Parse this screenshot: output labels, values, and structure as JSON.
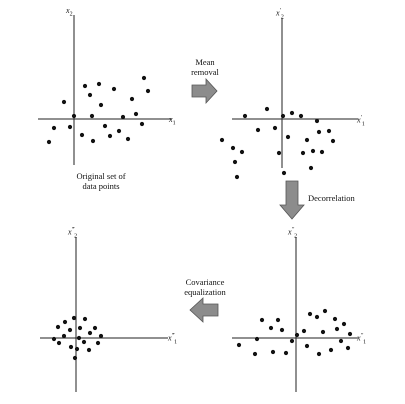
{
  "panels": [
    {
      "id": "original",
      "x_label": "x",
      "x_sub": "1",
      "y_label": "x",
      "y_sub": "2",
      "points": [
        [
          -25,
          -23
        ],
        [
          -20,
          -9
        ],
        [
          -4,
          -8
        ],
        [
          -10,
          17
        ],
        [
          0,
          3
        ],
        [
          8,
          -16
        ],
        [
          11,
          33
        ],
        [
          16,
          24
        ],
        [
          18,
          3
        ],
        [
          19,
          -22
        ],
        [
          25,
          35
        ],
        [
          27,
          14
        ],
        [
          31,
          -7
        ],
        [
          36,
          -17
        ],
        [
          40,
          30
        ],
        [
          45,
          -12
        ],
        [
          49,
          2
        ],
        [
          54,
          -20
        ],
        [
          58,
          20
        ],
        [
          62,
          5
        ],
        [
          68,
          -5
        ],
        [
          70,
          41
        ],
        [
          74,
          28
        ]
      ]
    },
    {
      "id": "mean-removed",
      "x_label": "x",
      "x_sub": "1",
      "x_primes": "′",
      "y_label": "x",
      "y_sub": "2",
      "y_primes": "′",
      "points": [
        [
          -60,
          -21
        ],
        [
          -49,
          -29
        ],
        [
          -47,
          -43
        ],
        [
          -45,
          -58
        ],
        [
          -40,
          -33
        ],
        [
          -37,
          3
        ],
        [
          -24,
          -11
        ],
        [
          -15,
          10
        ],
        [
          -7,
          -9
        ],
        [
          -3,
          -34
        ],
        [
          1,
          3
        ],
        [
          2,
          -54
        ],
        [
          6,
          -18
        ],
        [
          10,
          6
        ],
        [
          19,
          3
        ],
        [
          21,
          -34
        ],
        [
          25,
          -21
        ],
        [
          29,
          -49
        ],
        [
          31,
          -32
        ],
        [
          35,
          -2
        ],
        [
          37,
          -13
        ],
        [
          40,
          -33
        ],
        [
          47,
          -12
        ],
        [
          51,
          -22
        ]
      ]
    },
    {
      "id": "decorrelated",
      "x_label": "x",
      "x_sub": "1",
      "x_primes": "″",
      "y_label": "x",
      "y_sub": "2",
      "y_primes": "″",
      "points": [
        [
          -57,
          -7
        ],
        [
          -41,
          -16
        ],
        [
          -39,
          -1
        ],
        [
          -34,
          18
        ],
        [
          -25,
          10
        ],
        [
          -23,
          -14
        ],
        [
          -18,
          18
        ],
        [
          -14,
          8
        ],
        [
          -10,
          -15
        ],
        [
          -4,
          -3
        ],
        [
          1,
          3
        ],
        [
          8,
          7
        ],
        [
          11,
          -8
        ],
        [
          14,
          24
        ],
        [
          21,
          21
        ],
        [
          23,
          -16
        ],
        [
          27,
          6
        ],
        [
          29,
          27
        ],
        [
          35,
          -12
        ],
        [
          39,
          19
        ],
        [
          41,
          9
        ],
        [
          45,
          -3
        ],
        [
          48,
          14
        ],
        [
          52,
          -10
        ],
        [
          54,
          4
        ]
      ]
    },
    {
      "id": "covariance-equalized",
      "x_label": "x",
      "x_sub": "1",
      "x_primes": "‴",
      "y_label": "x",
      "y_sub": "2",
      "y_primes": "‴",
      "points": [
        [
          -22,
          -1
        ],
        [
          -18,
          11
        ],
        [
          -17,
          -5
        ],
        [
          -12,
          2
        ],
        [
          -11,
          16
        ],
        [
          -6,
          8
        ],
        [
          -5,
          -9
        ],
        [
          -2,
          20
        ],
        [
          -1,
          -20
        ],
        [
          1,
          -11
        ],
        [
          3,
          0
        ],
        [
          4,
          10
        ],
        [
          8,
          -4
        ],
        [
          9,
          19
        ],
        [
          13,
          -12
        ],
        [
          14,
          5
        ],
        [
          19,
          10
        ],
        [
          22,
          -5
        ],
        [
          25,
          2
        ]
      ]
    }
  ],
  "labels": {
    "panel1_caption_line1": "Original set of",
    "panel1_caption_line2": "data points",
    "mean_removal_line1": "Mean",
    "mean_removal_line2": "removal",
    "decorrelation": "Decorrelation",
    "covariance_line1": "Covariance",
    "covariance_line2": "equalization"
  },
  "colors": {
    "axis": "#222222",
    "point": "#111111",
    "arrow_fill": "#8c8c8c",
    "arrow_stroke": "#555555"
  }
}
